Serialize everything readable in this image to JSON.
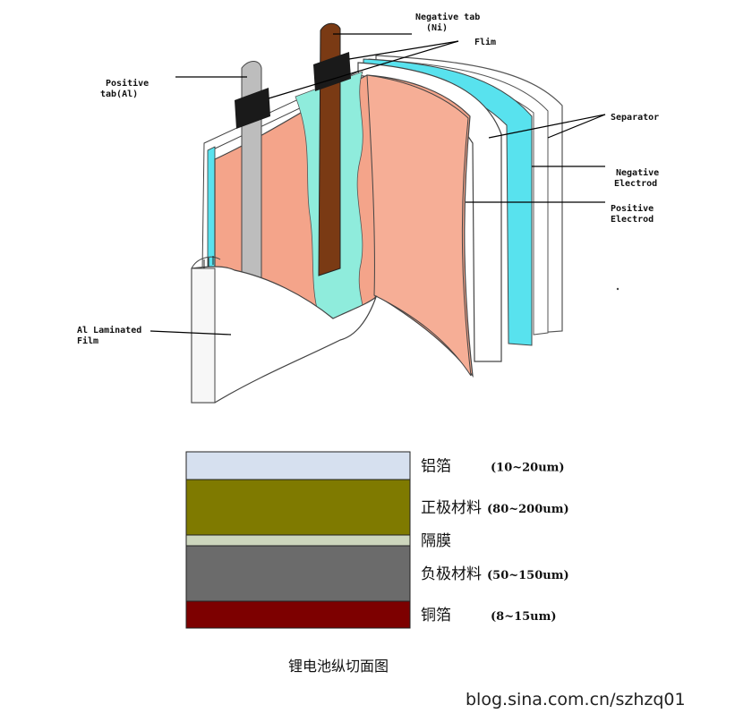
{
  "diagram": {
    "labels": {
      "negative_tab_line1": "Negative tab",
      "negative_tab_line2": "(Ni)",
      "film": "Flim",
      "positive_tab_line1": "Positive",
      "positive_tab_line2": "tab(Al)",
      "separator": "Separator",
      "negative_electrode_line1": "Negative",
      "negative_electrode_line2": "Electrod",
      "positive_electrode_line1": "Positive",
      "positive_electrode_line2": "Electrod",
      "al_film_line1": "Al Laminated",
      "al_film_line2": "Film"
    }
  },
  "cross_section": {
    "layers": [
      {
        "name": "铝箔",
        "thickness": "(10~20um)",
        "color": "#d6e0ef"
      },
      {
        "name": "正极材料",
        "thickness": "(80~200um)",
        "color": "#7f7a00"
      },
      {
        "name": "隔膜",
        "thickness": "",
        "color": "#cdd6bd"
      },
      {
        "name": "负极材料",
        "thickness": "(50~150um)",
        "color": "#6b6b6b"
      },
      {
        "name": "铜箔",
        "thickness": "(8~15um)",
        "color": "#7d0000"
      }
    ],
    "caption": "锂电池纵切面图"
  },
  "watermark": "blog.sina.com.cn/szhzq01",
  "colors": {
    "electrode_pink": "#f4a48a",
    "separator_cyan": "#58e2ee",
    "negative_tab_brown": "#7a3a14",
    "positive_tab_gray": "#bdbdbd",
    "film_black": "#1a1a1a"
  }
}
